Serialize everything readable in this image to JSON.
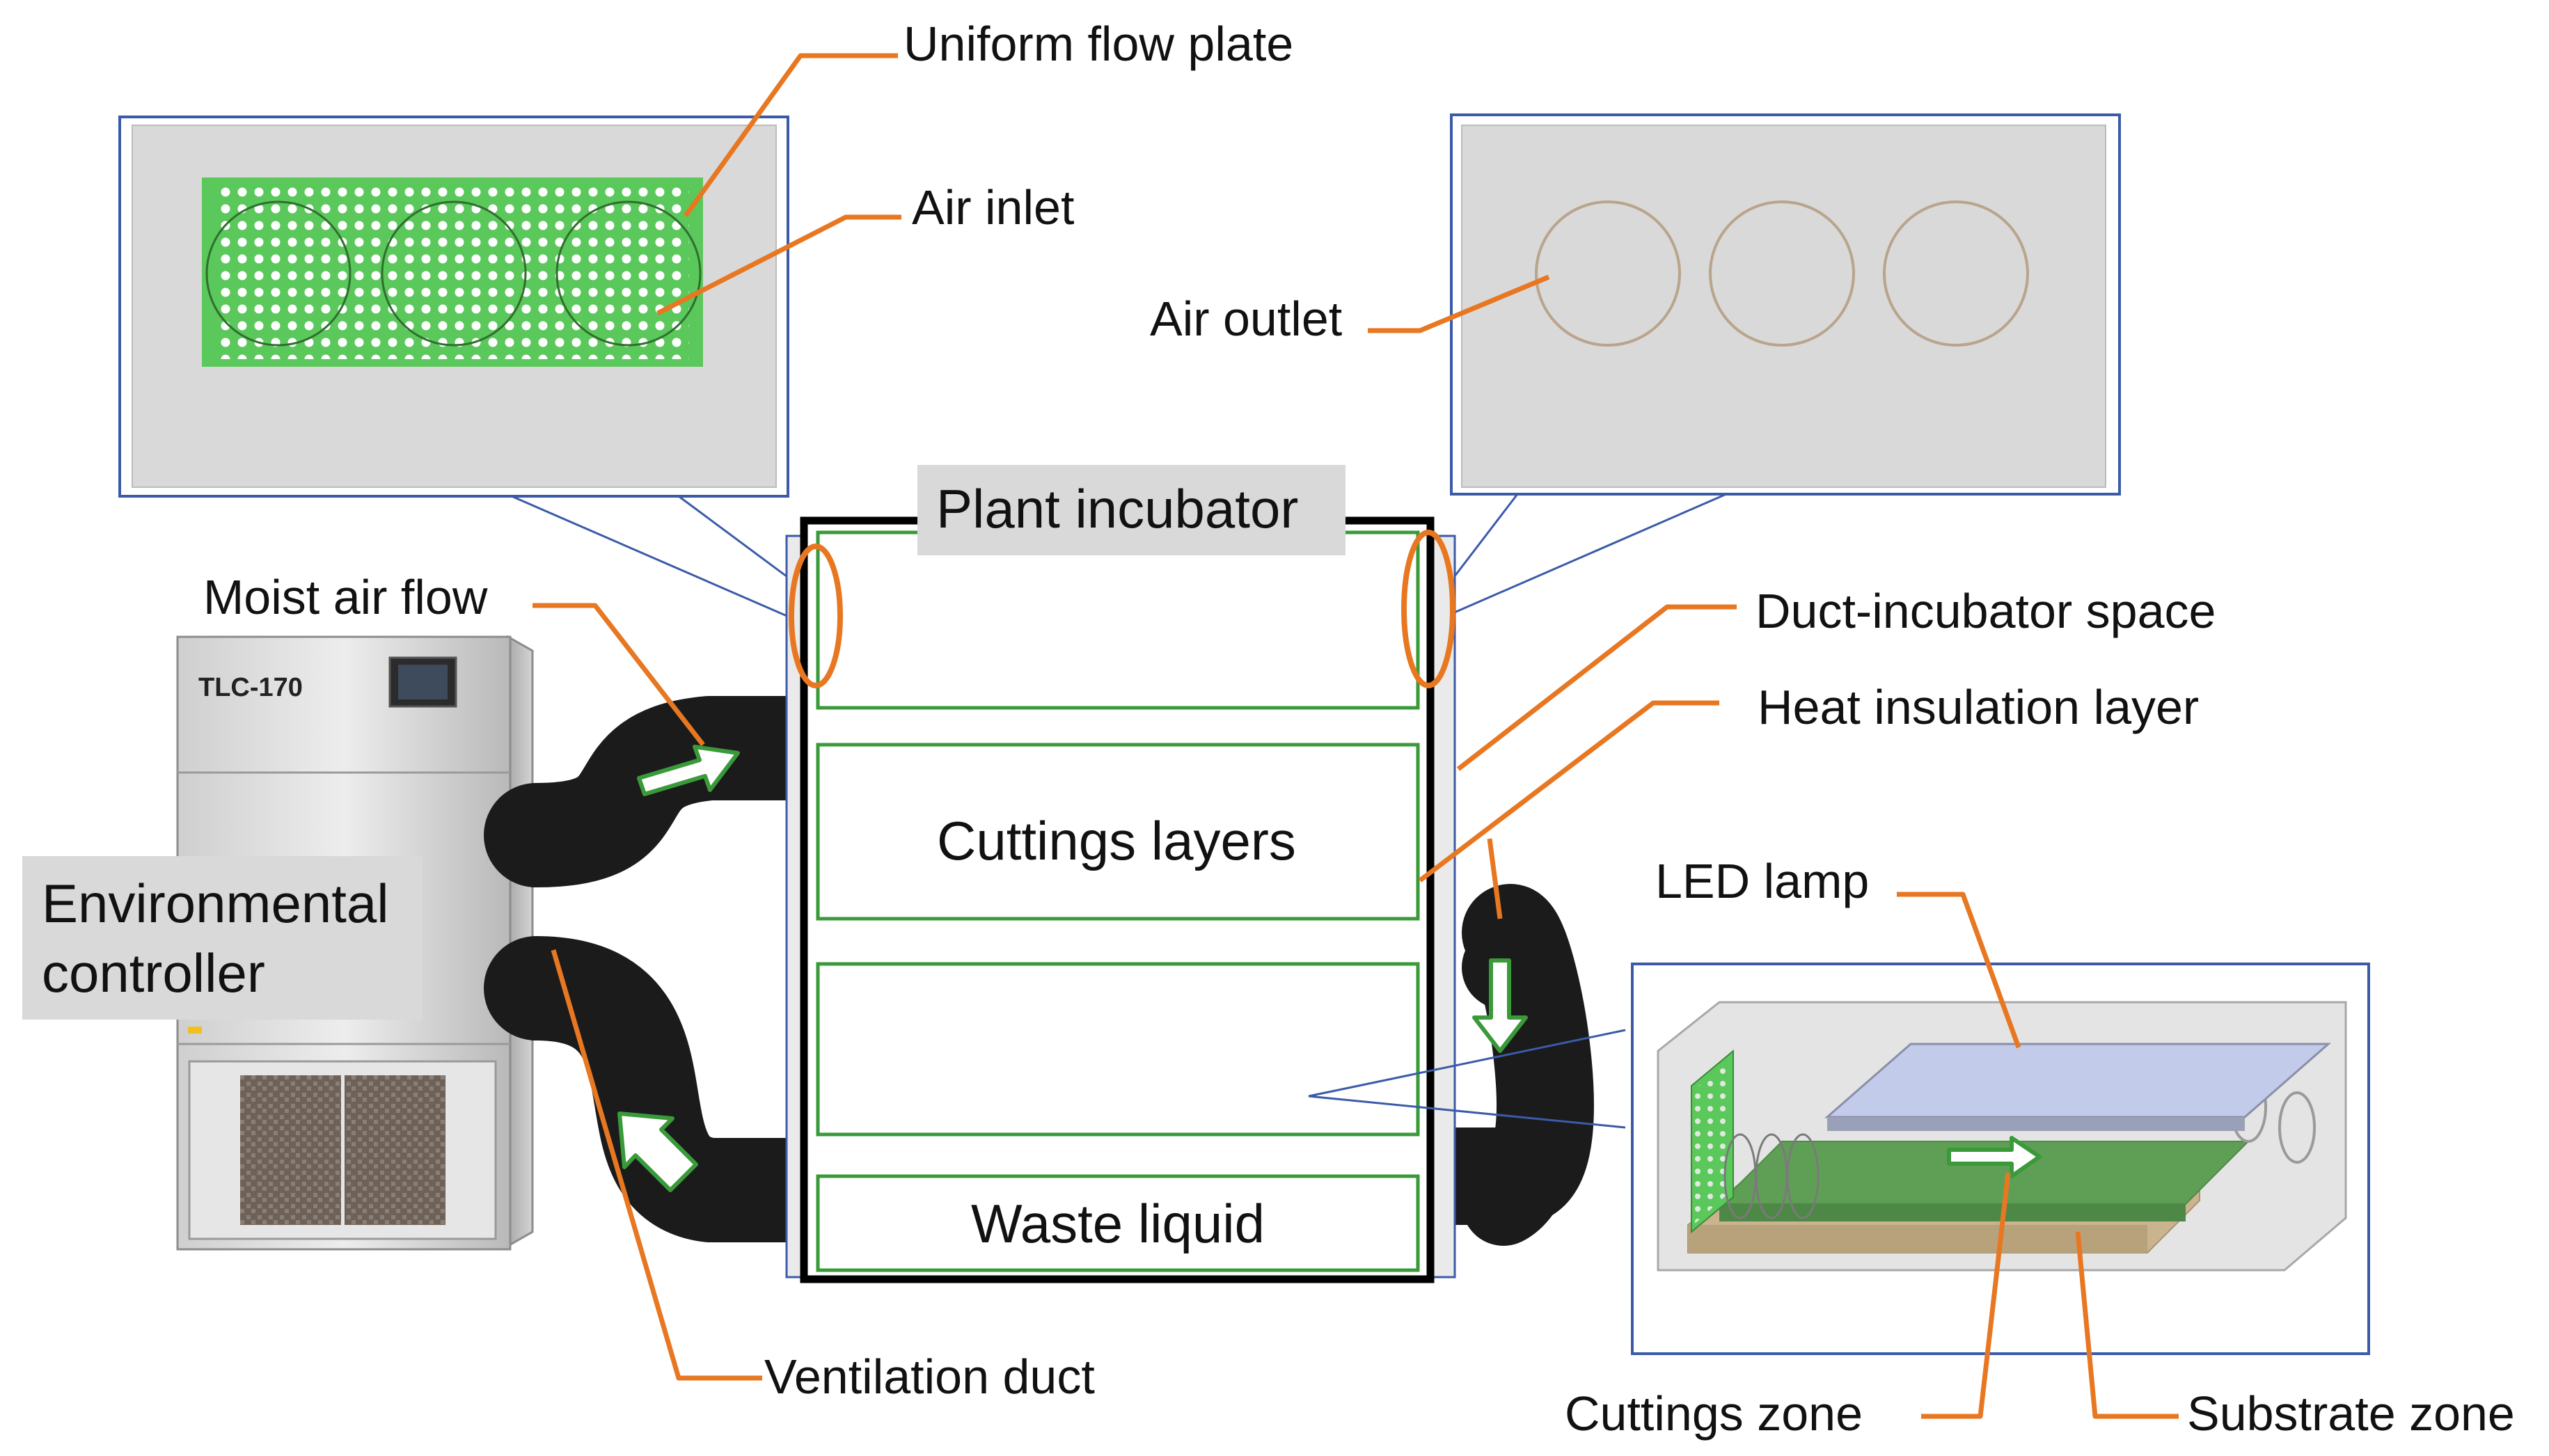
{
  "labels": {
    "uniform_flow_plate": "Uniform flow plate",
    "air_inlet": "Air inlet",
    "air_outlet": "Air outlet",
    "plant_incubator": "Plant incubator",
    "moist_air_flow": "Moist air flow",
    "duct_incubator_space": "Duct-incubator space",
    "heat_insulation_layer": "Heat insulation layer",
    "cuttings_layers": "Cuttings layers",
    "environmental_controller_line1": "Environmental",
    "environmental_controller_line2": "controller",
    "led_lamp": "LED lamp",
    "waste_liquid": "Waste liquid",
    "ventilation_duct": "Ventilation duct",
    "cuttings_zone": "Cuttings zone",
    "substrate_zone": "Substrate zone",
    "device_model": "TLC-170"
  },
  "colors": {
    "leader_line": "#E87722",
    "zoom_frame": "#3B5BA9",
    "tray_outline": "#3A9A3A",
    "plate_green": "#5BC85B",
    "panel_gray": "#D9D9D9",
    "duct_black": "#1B1B1B"
  }
}
